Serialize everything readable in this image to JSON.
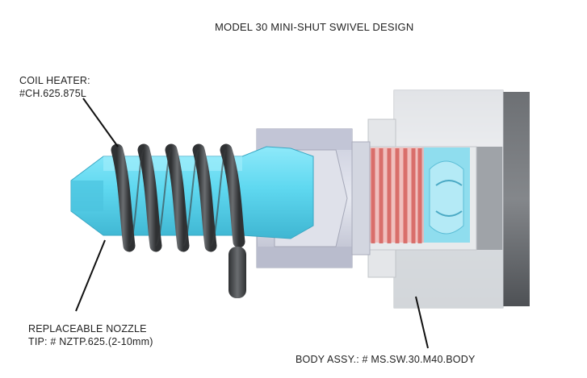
{
  "title": "MODEL 30 MINI-SHUT SWIVEL DESIGN",
  "callouts": {
    "coil_heater": {
      "line1": "COIL HEATER:",
      "line2": "#CH.625.875L"
    },
    "nozzle": {
      "line1": "REPLACEABLE NOZZLE",
      "line2": "TIP: # NZTP.625.(2-10mm)"
    },
    "body": {
      "line1": "BODY ASSY.: # MS.SW.30.M40.BODY"
    }
  },
  "colors": {
    "nozzle": "#5fd8f0",
    "coil": "#4a4d50",
    "hex_nut": "#d9dbe6",
    "body": "#dcdfe3",
    "body_dark": "#5b5e62",
    "inner_coil": "#e38a86",
    "leader": "#111111"
  }
}
